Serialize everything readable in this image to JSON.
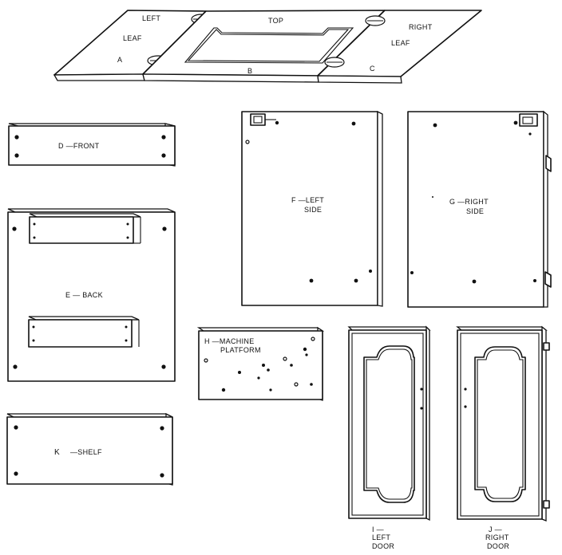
{
  "panels": {
    "top_assembly": {
      "left_leaf": {
        "line1": "LEFT",
        "line2": "LEAF",
        "letter": "A"
      },
      "top": {
        "label": "TOP",
        "letter": "B"
      },
      "right_leaf": {
        "line1": "RIGHT",
        "line2": "LEAF",
        "letter": "C"
      }
    },
    "front": {
      "label": "D —FRONT"
    },
    "back": {
      "label": "E — BACK"
    },
    "left_side": {
      "line1": "F —LEFT",
      "line2": "SIDE"
    },
    "right_side": {
      "line1": "G —RIGHT",
      "line2": "SIDE"
    },
    "machine_platform": {
      "line1": "H —MACHINE",
      "line2": "PLATFORM"
    },
    "shelf": {
      "letter": "K",
      "label": "—SHELF"
    },
    "left_door": {
      "line1": "I —",
      "line2": "LEFT",
      "line3": "DOOR"
    },
    "right_door": {
      "line1": "J —",
      "line2": "RIGHT",
      "line3": "DOOR"
    }
  }
}
